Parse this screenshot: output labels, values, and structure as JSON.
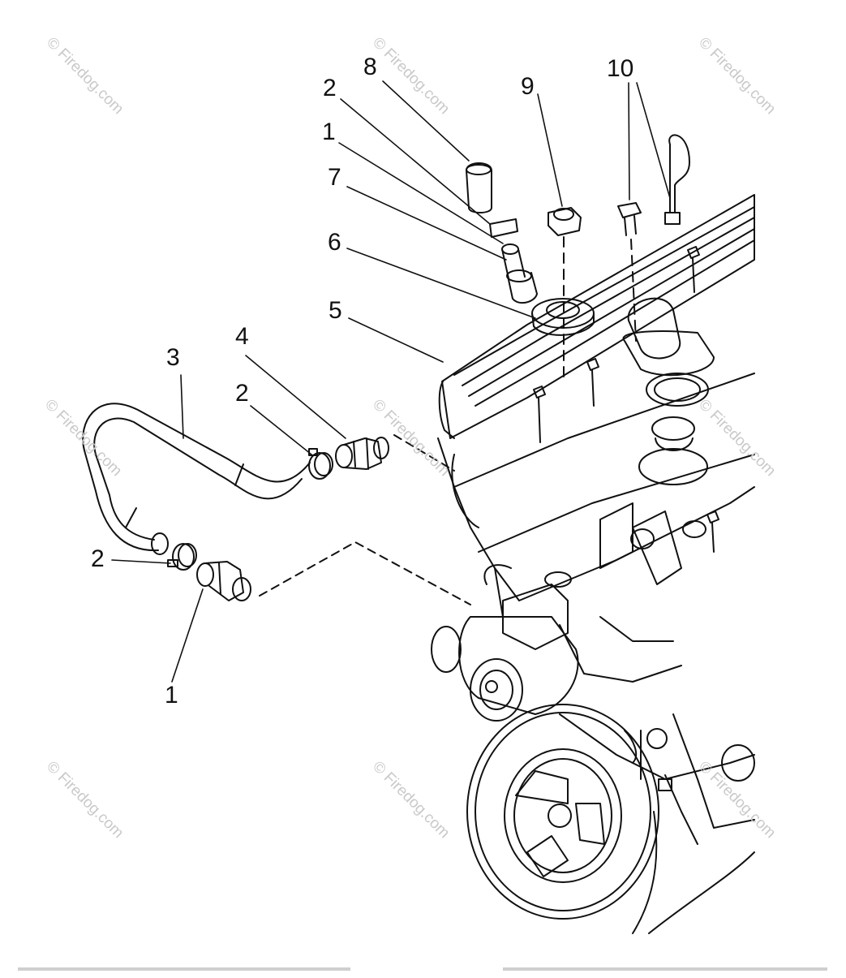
{
  "watermark": "© Firedog.com",
  "callouts": {
    "c8": "8",
    "c2a": "2",
    "c1a": "1",
    "c7": "7",
    "c6": "6",
    "c9": "9",
    "c10": "10",
    "c5": "5",
    "c3": "3",
    "c4": "4",
    "c2b": "2",
    "c2c": "2",
    "c1b": "1"
  },
  "colors": {
    "line": "#111111",
    "watermark": "#c9c9c9",
    "hose_fill": "#ffffff"
  }
}
